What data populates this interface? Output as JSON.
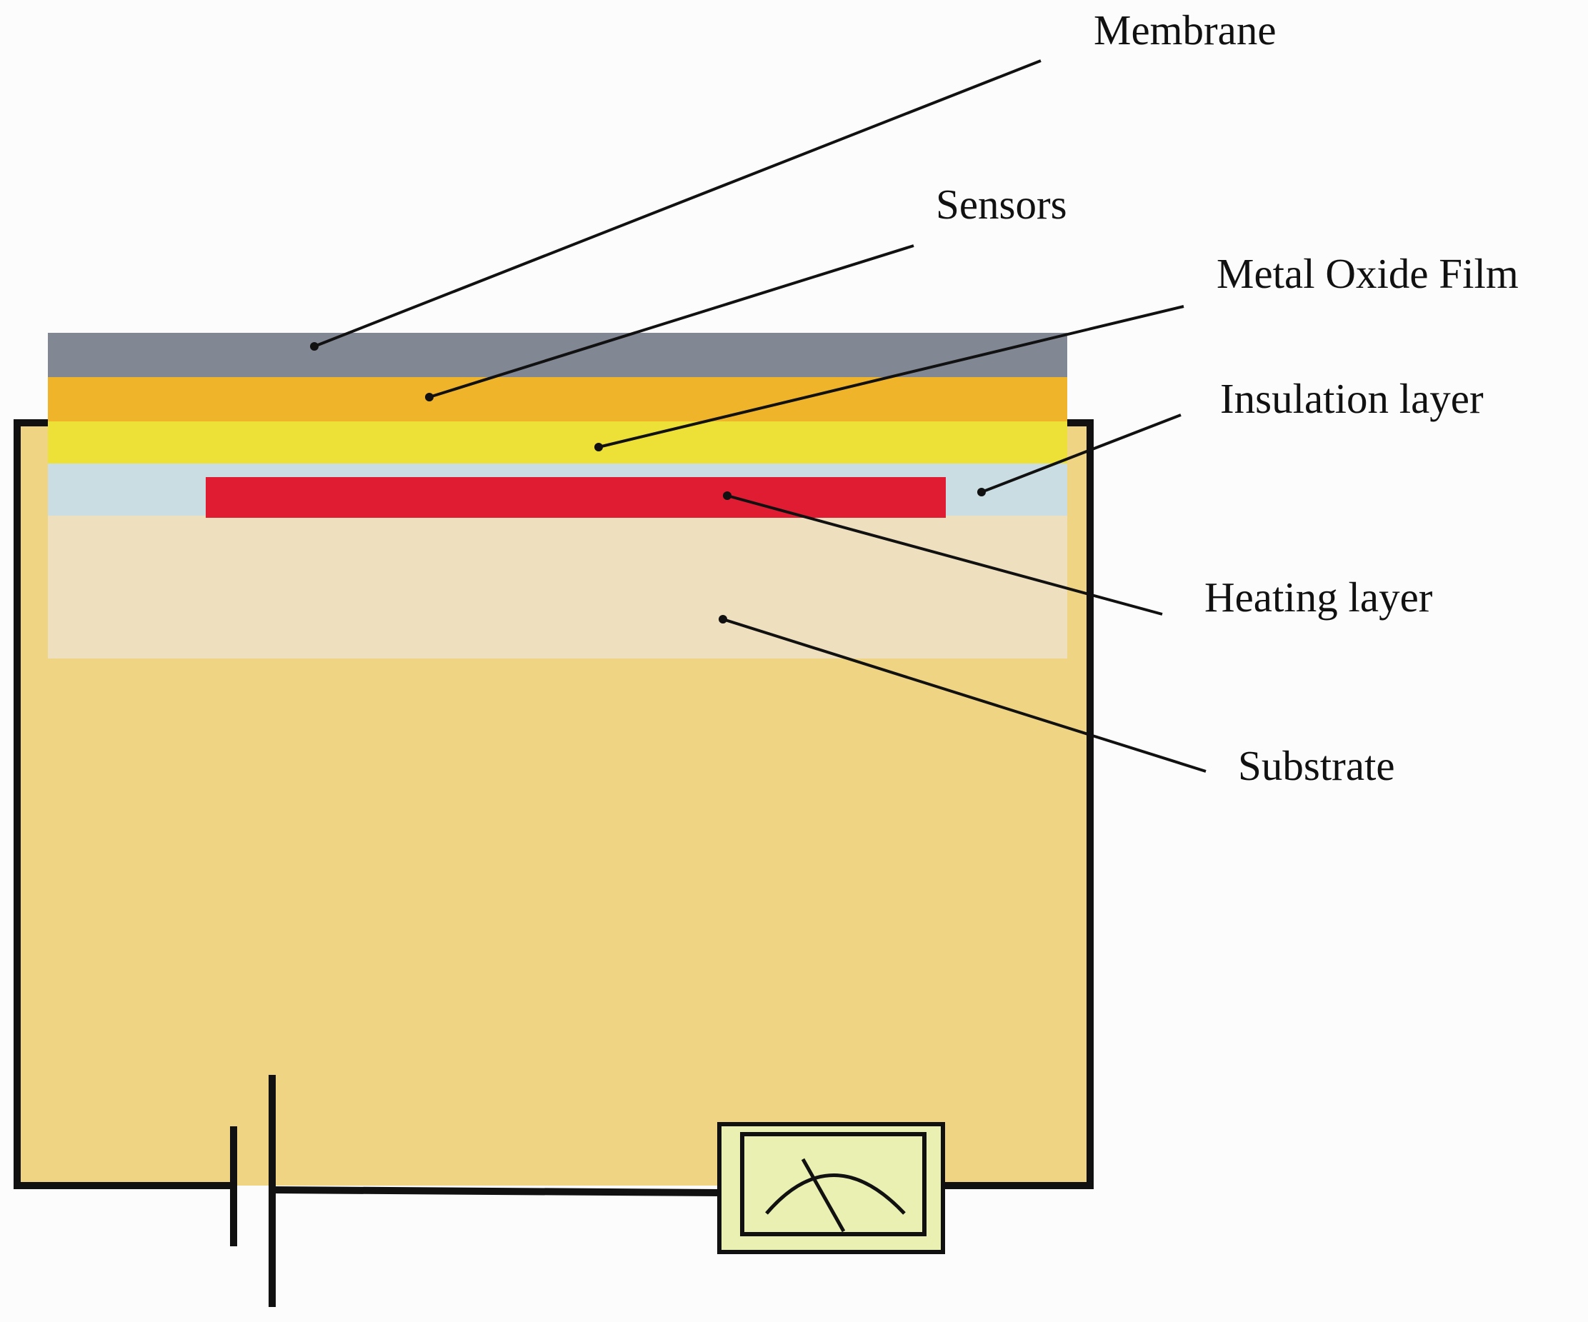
{
  "labels": {
    "membrane": "Membrane",
    "sensors": "Sensors",
    "metal_oxide_film": "Metal Oxide Film",
    "insulation_layer": "Insulation layer",
    "heating_layer": "Heating layer",
    "substrate": "Substrate"
  },
  "colors": {
    "background": "#fcfcfc",
    "enclosure_fill": "#efd483",
    "membrane": "#818894",
    "sensors": "#efb429",
    "metal_oxide_film": "#ede036",
    "insulation_layer": "#c9dde2",
    "heating_layer": "#e01c33",
    "substrate": "#eedfbf",
    "meter_face": "#eaf0b2",
    "wire": "#111111"
  },
  "components": {
    "battery": "battery-symbol",
    "meter": "analog-meter-icon"
  }
}
